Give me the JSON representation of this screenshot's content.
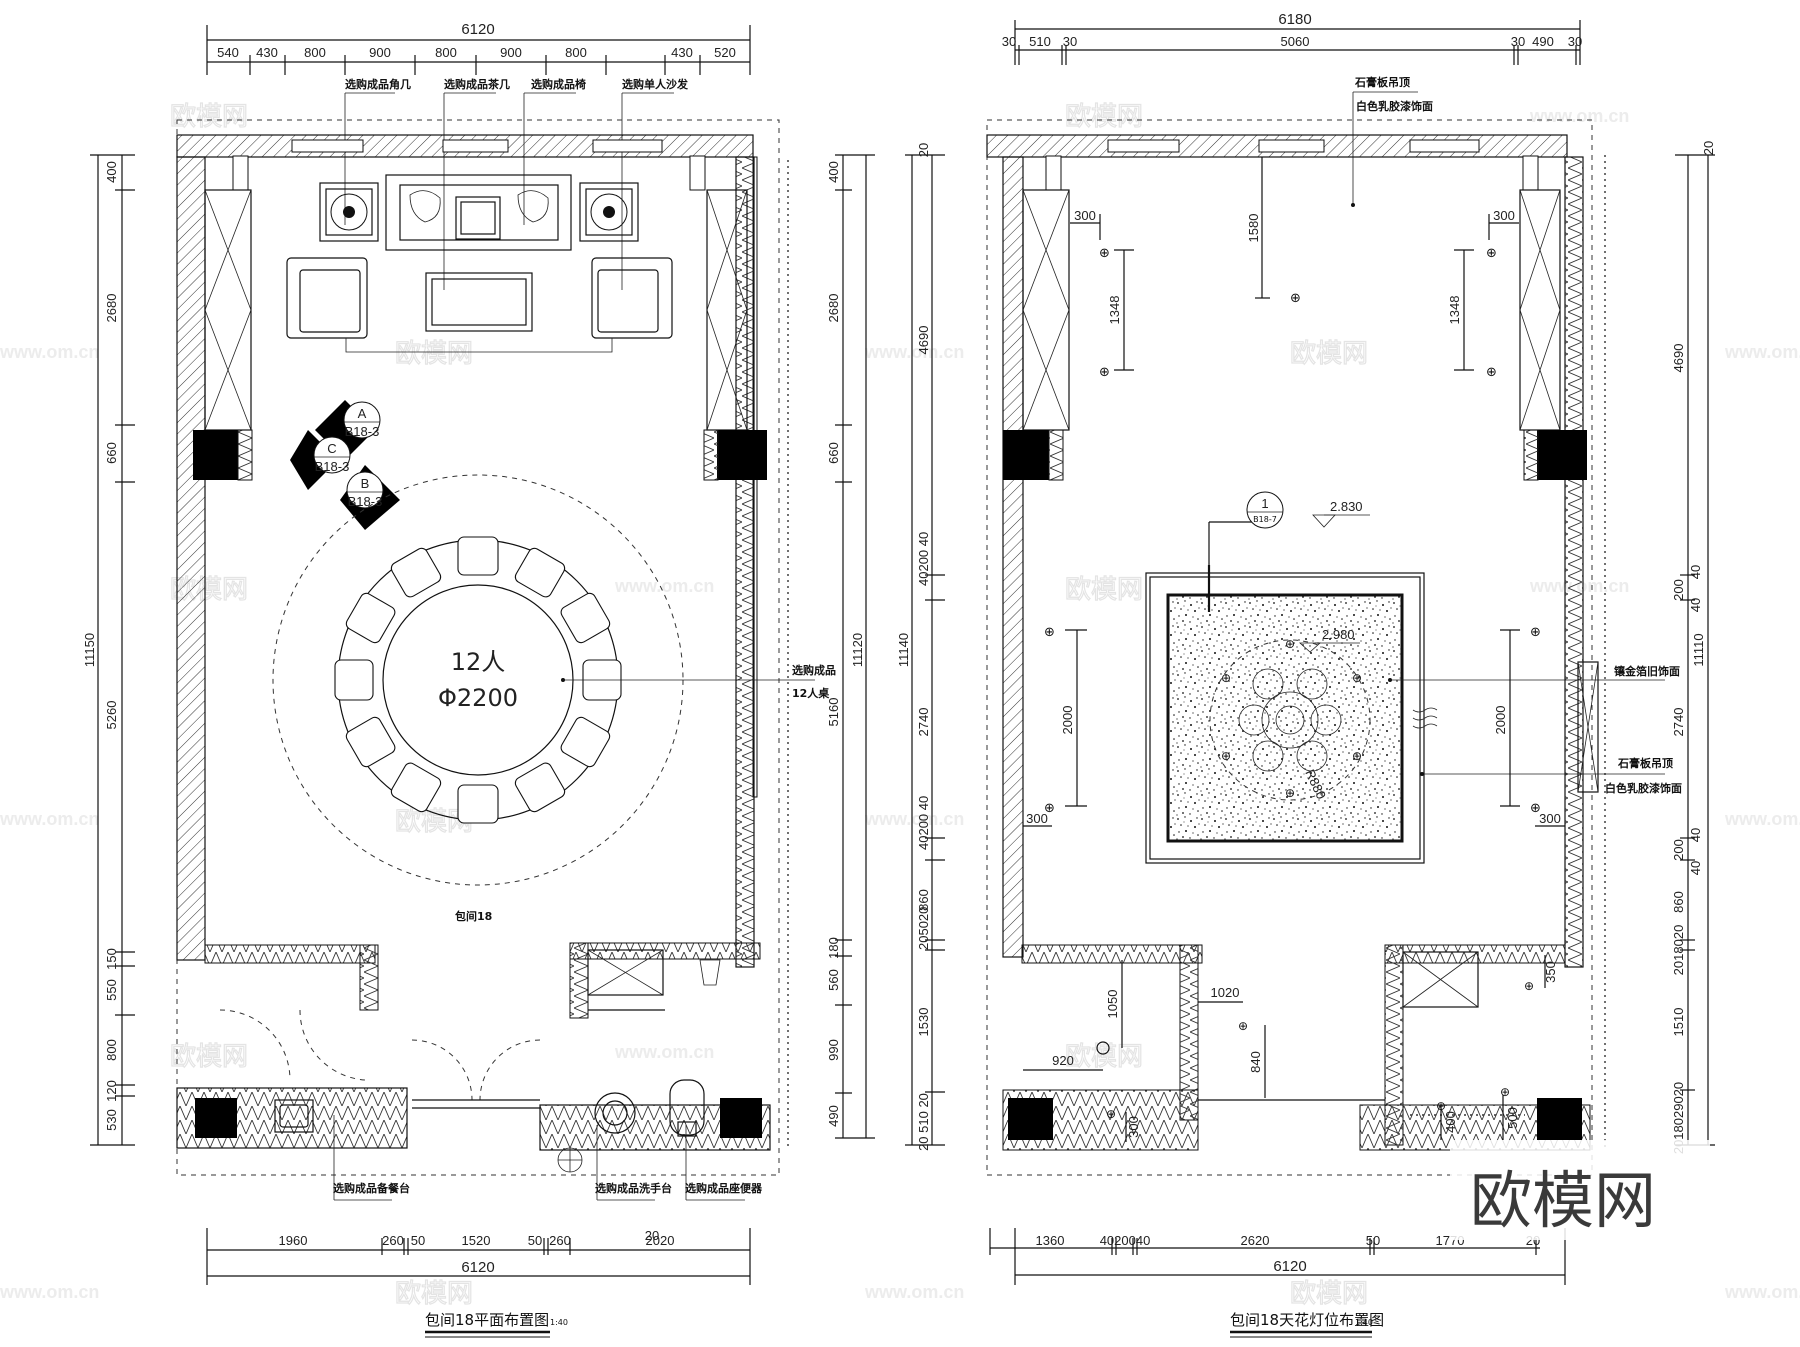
{
  "watermark": {
    "brand": "欧模网",
    "url": "www.om.cn",
    "corner_mark": "欧模网"
  },
  "plan_left": {
    "title": "包间18平面布置图",
    "scale": "1:40",
    "room_label": "包间18",
    "top_dims": {
      "overall": "6120",
      "segments": [
        "540",
        "430",
        "800",
        "900",
        "800",
        "900",
        "800",
        "430",
        "520"
      ]
    },
    "bottom_dims": {
      "overall": "6120",
      "segments": [
        "1960",
        "260",
        "50",
        "1520",
        "50",
        "260",
        "2020"
      ],
      "extra": "20"
    },
    "left_dims": {
      "overall": "11150",
      "segments": [
        "400",
        "2680",
        "660",
        "5260",
        "150",
        "550",
        "800",
        "120",
        "530"
      ]
    },
    "right_dims": {
      "overall": "11120",
      "segments": [
        "400",
        "2680",
        "660",
        "5160",
        "180",
        "560",
        "990",
        "490"
      ]
    },
    "table": {
      "capacity": "12人",
      "diameter": "Φ2200"
    },
    "callouts": [
      {
        "id": "A",
        "ref": "B18-3"
      },
      {
        "id": "C",
        "ref": "B18-3"
      },
      {
        "id": "B",
        "ref": "B18-3"
      }
    ],
    "notes": {
      "corner_table": "选购成品角几",
      "coffee_table": "选购成品茶几",
      "sofa": "选购成品椅",
      "single_sofa": "选购单人沙发",
      "dining_table_line1": "选购成品",
      "dining_table_line2": "12人桌",
      "sideboard": "选购成品备餐台",
      "wash_basin": "选购成品洗手台",
      "toilet": "选购成品座便器"
    }
  },
  "plan_right": {
    "title": "包间18天花灯位布置图",
    "scale": "1:40",
    "top_dims": {
      "overall": "6180",
      "segments": [
        "30",
        "510",
        "30",
        "5060",
        "30",
        "490",
        "30"
      ]
    },
    "bottom_dims": {
      "overall": "6120",
      "segments": [
        "1360",
        "40",
        "200",
        "40",
        "2620",
        "50",
        "1770",
        "20"
      ]
    },
    "left_dims": {
      "overall": "11140",
      "segments": [
        "20",
        "4690",
        "40",
        "200",
        "40",
        "2740",
        "40",
        "200",
        "40",
        "860",
        "20",
        "50",
        "20",
        "1530",
        "20",
        "510",
        "20"
      ]
    },
    "right_dims": {
      "overall": "11110",
      "segments": [
        "20",
        "4690",
        "40",
        "200",
        "40",
        "2740",
        "40",
        "200",
        "40",
        "860",
        "20",
        "180",
        "20",
        "1510",
        "20",
        "290",
        "180",
        "20"
      ]
    },
    "interior_dims": {
      "light_spacing_top": "1348",
      "light_spacing_mid": "2000",
      "wall_offset": "300",
      "center_drop": "1580",
      "radius": "R880",
      "wc_1050": "1050",
      "wc_920": "920",
      "wc_300": "300",
      "corridor_1020": "1020",
      "corridor_840": "840",
      "wc2_350": "350",
      "wc2_400": "400",
      "wc2_500": "500"
    },
    "levels": {
      "ceiling_level": "2.830",
      "recess_level": "2.980"
    },
    "section_marker": {
      "number": "1",
      "ref": "B18-7"
    },
    "notes": {
      "gypsum_ceiling_top": "石膏板吊顶",
      "white_latex_top": "白色乳胶漆饰面",
      "gold_leaf": "镶金箔旧饰面",
      "gypsum_ceiling_side": "石膏板吊顶",
      "white_latex_side": "白色乳胶漆饰面"
    }
  }
}
